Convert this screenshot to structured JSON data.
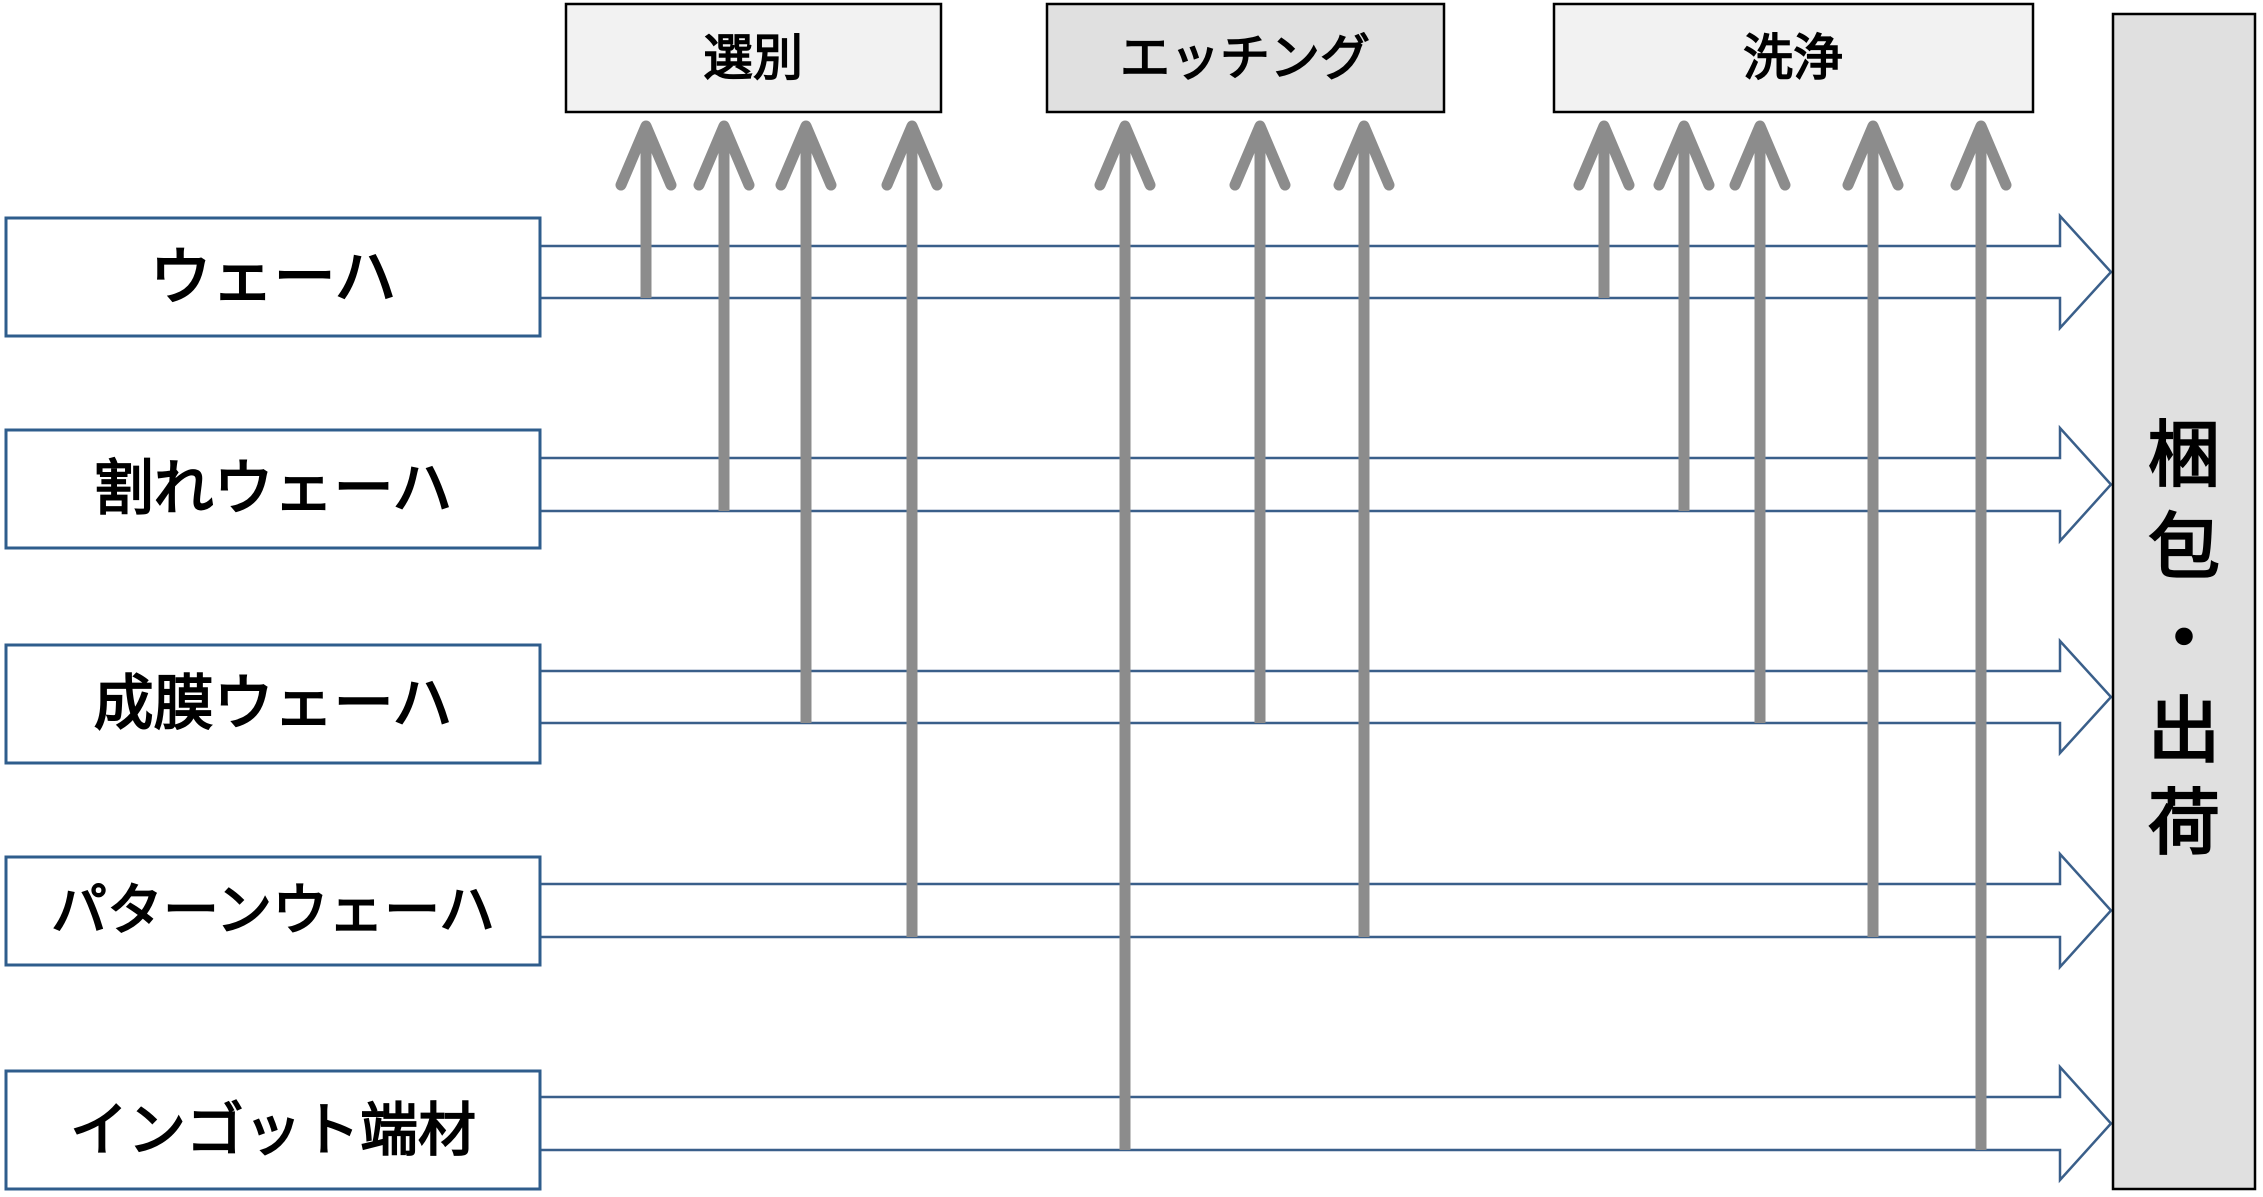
{
  "processes": [
    {
      "id": "sorting",
      "label": "選別",
      "fill": "#f2f2f2"
    },
    {
      "id": "etching",
      "label": "エッチング",
      "fill": "#e0e0e0"
    },
    {
      "id": "cleaning",
      "label": "洗浄",
      "fill": "#f2f2f2"
    }
  ],
  "sources": [
    {
      "id": "wafer",
      "label": "ウェーハ"
    },
    {
      "id": "broken-wafer",
      "label": "割れウェーハ"
    },
    {
      "id": "film-wafer",
      "label": "成膜ウェーハ"
    },
    {
      "id": "pattern-wafer",
      "label": "パターンウェーハ"
    },
    {
      "id": "ingot-offcut",
      "label": "インゴット端材"
    }
  ],
  "destination": {
    "id": "packing-shipping",
    "label": "梱包・出荷"
  },
  "routes": [
    {
      "process": "sorting",
      "sources": [
        "wafer"
      ]
    },
    {
      "process": "sorting",
      "sources": [
        "broken-wafer"
      ]
    },
    {
      "process": "sorting",
      "sources": [
        "film-wafer"
      ]
    },
    {
      "process": "sorting",
      "sources": [
        "pattern-wafer"
      ]
    },
    {
      "process": "etching",
      "sources": [
        "ingot-offcut"
      ]
    },
    {
      "process": "etching",
      "sources": [
        "film-wafer"
      ]
    },
    {
      "process": "etching",
      "sources": [
        "pattern-wafer"
      ]
    },
    {
      "process": "cleaning",
      "sources": [
        "wafer"
      ]
    },
    {
      "process": "cleaning",
      "sources": [
        "broken-wafer"
      ]
    },
    {
      "process": "cleaning",
      "sources": [
        "film-wafer"
      ]
    },
    {
      "process": "cleaning",
      "sources": [
        "pattern-wafer"
      ]
    },
    {
      "process": "cleaning",
      "sources": [
        "ingot-offcut"
      ]
    }
  ],
  "colors": {
    "flow_arrow_stroke": "#3a5f8a",
    "source_box_stroke": "#2f5d8c",
    "route_arrow": "#8c8c8c",
    "process_box_stroke": "#000000",
    "destination_fill": "#e0e0e0",
    "destination_stroke": "#000000"
  }
}
